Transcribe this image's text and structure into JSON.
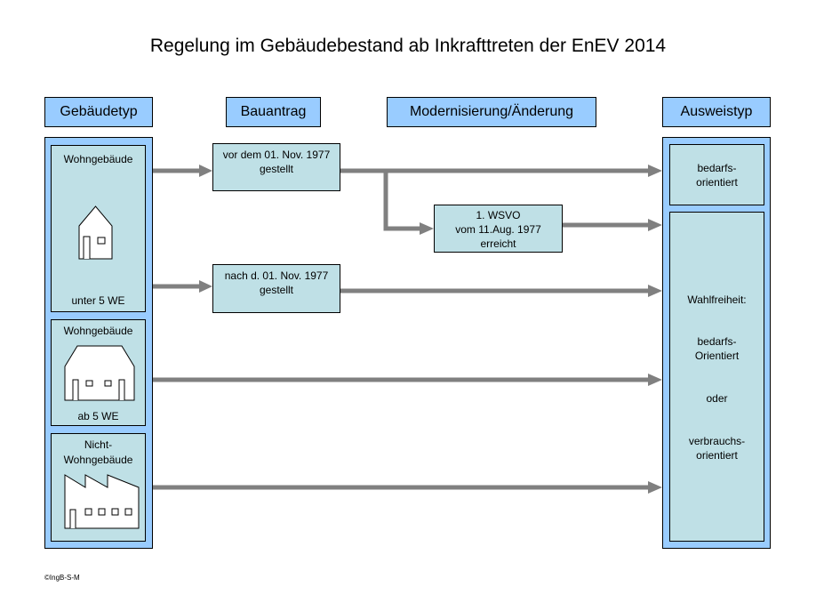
{
  "title": "Regelung im Gebäudebestand ab Inkrafttreten der EnEV 2014",
  "headers": {
    "gebaeudetyp": "Gebäudetyp",
    "bauantrag": "Bauantrag",
    "modernisierung": "Modernisierung/Änderung",
    "ausweistyp": "Ausweistyp"
  },
  "building_types": {
    "small_residential": {
      "line1": "Wohngebäude",
      "line2": "unter 5 WE"
    },
    "large_residential": {
      "line1": "Wohngebäude",
      "line2": "ab 5 WE"
    },
    "non_residential": {
      "line1": "Nicht-",
      "line2": "Wohngebäude"
    }
  },
  "applications": {
    "before": {
      "line1": "vor dem  01. Nov.  1977",
      "line2": "gestellt"
    },
    "after": {
      "line1": "nach d. 01. Nov. 1977",
      "line2": "gestellt"
    }
  },
  "modernisation": {
    "line1": "1. WSVO",
    "line2": "vom  11.Aug. 1977",
    "line3": "erreicht"
  },
  "certificate_types": {
    "demand": {
      "line1": "bedarfs-",
      "line2": "orientiert"
    },
    "choice": {
      "line1": "Wahlfreiheit:",
      "line2": "bedarfs-",
      "line3": "Orientiert",
      "line4": "oder",
      "line5": "verbrauchs-",
      "line6": "orientiert"
    }
  },
  "copyright": "©IngB-S-M",
  "colors": {
    "header_fill": "#99ccff",
    "cell_fill": "#bfe0e6",
    "arrow": "#808080"
  }
}
